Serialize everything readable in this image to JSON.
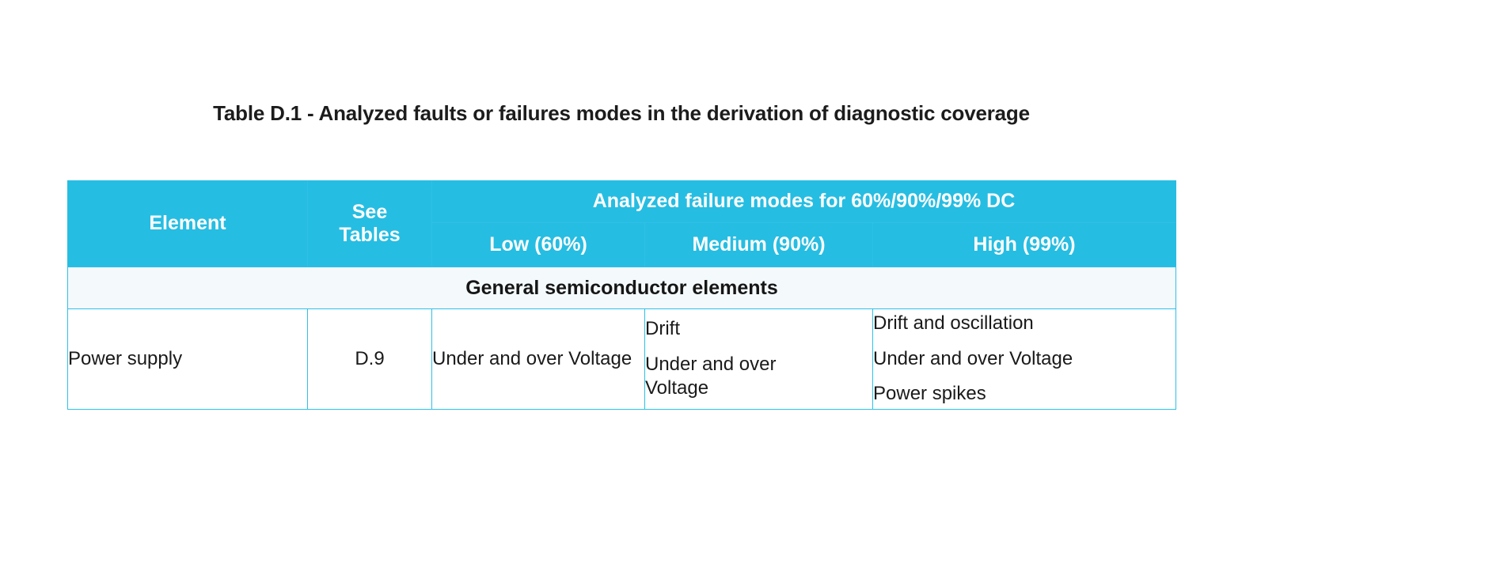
{
  "document": {
    "title": "Table D.1 - Analyzed faults or failures modes in the derivation of diagnostic coverage"
  },
  "table": {
    "headers": {
      "element": "Element",
      "see_tables": "See\nTables",
      "see_tables_line1": "See",
      "see_tables_line2": "Tables",
      "group_span": "Analyzed failure modes for 60%/90%/99% DC",
      "low": "Low (60%)",
      "medium": "Medium (90%)",
      "high": "High (99%)"
    },
    "sections": [
      {
        "band_label": "General semiconductor elements",
        "rows": [
          {
            "element": "Power supply",
            "see_tables": "D.9",
            "low": [
              "Under and over",
              "Voltage"
            ],
            "low_text": "Under and over Voltage",
            "medium": [
              "Drift",
              "Under and over",
              "Voltage"
            ],
            "medium_line1": "Drift",
            "medium_line2": "Under and over",
            "medium_line3": "Voltage",
            "high": [
              "Drift and oscillation",
              "Under and over Voltage",
              "Power spikes"
            ],
            "high_line1": "Drift and oscillation",
            "high_line2": "Under and over Voltage",
            "high_line3": "Power spikes"
          }
        ]
      }
    ],
    "colors": {
      "header_background": "#26bde2",
      "header_text": "#ffffff",
      "border": "#2fc0e8",
      "section_band_background": "#f4f9fc",
      "body_text": "#1a1a1a",
      "page_background": "#ffffff"
    }
  }
}
